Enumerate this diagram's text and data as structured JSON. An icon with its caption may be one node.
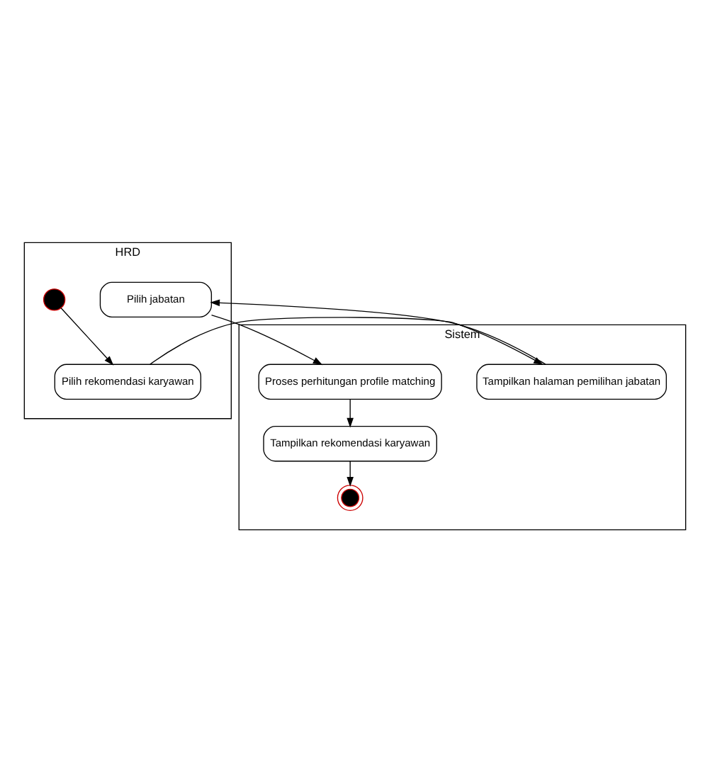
{
  "diagram": {
    "nodes": [
      {
        "text": [
          "HRD"
        ]
      },
      {
        "text": [
          "Sistem"
        ]
      },
      {
        "text": [],
        "shape": "circle",
        "in": 0
      },
      {
        "text": [
          "Pilih rekomendasi karyawan"
        ],
        "in": 0
      },
      {
        "text": [
          "Tampilkan halaman pemilihan jabatan"
        ],
        "in": 1
      },
      {
        "text": [
          "Pilih jabatan"
        ],
        "in": 0
      },
      {
        "text": [
          "Proses perhitungan profile matching"
        ],
        "in": 1
      },
      {
        "text": [
          "Tampilkan rekomendasi karyawan"
        ],
        "in": 1
      },
      {
        "text": [],
        "shape": "circle",
        "in": 1
      }
    ],
    "edges": [
      {
        "from": 2,
        "to": 3,
        "arrow": "to"
      },
      {
        "from": 3,
        "to": 4,
        "arrow": "to"
      },
      {
        "from": 4,
        "to": 5,
        "arrow": "to"
      },
      {
        "from": 5,
        "to": 6,
        "arrow": "to"
      },
      {
        "from": 6,
        "to": 7,
        "arrow": "to"
      },
      {
        "from": 7,
        "to": 8,
        "arrow": "to"
      }
    ]
  }
}
